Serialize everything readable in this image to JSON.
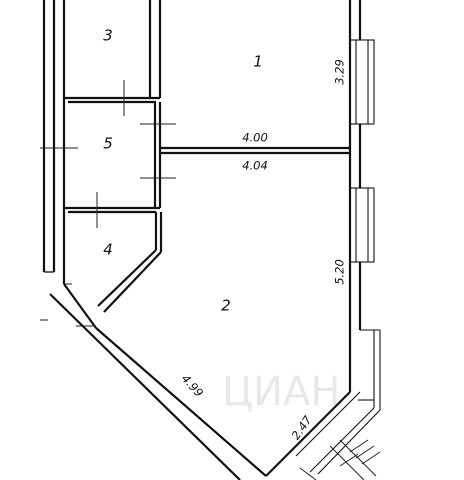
{
  "floor_plan": {
    "rooms": [
      {
        "id": "room-1",
        "number": "1"
      },
      {
        "id": "room-2",
        "number": "2"
      },
      {
        "id": "room-3",
        "number": "3"
      },
      {
        "id": "room-4",
        "number": "4"
      },
      {
        "id": "room-5",
        "number": "5"
      }
    ],
    "dimensions": {
      "room1_right_wall": "3.29",
      "partition_top": "4.00",
      "partition_bottom": "4.04",
      "room2_right_wall": "5.20",
      "diagonal_wall": "4.99",
      "corner_wall": "2.47"
    },
    "watermark": "ЦИАН"
  }
}
